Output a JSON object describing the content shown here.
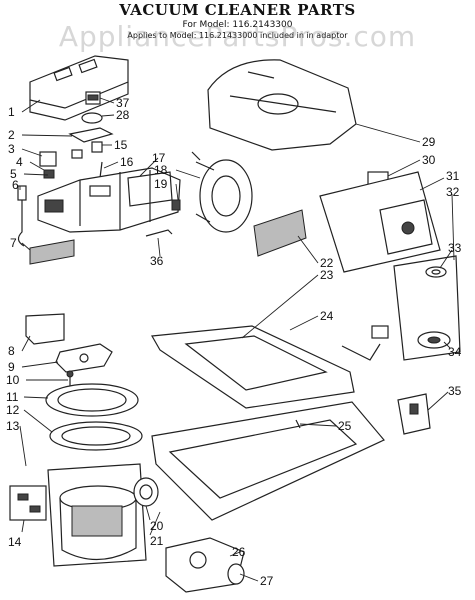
{
  "title": "VACUUM CLEANER PARTS",
  "subtitle_model": "For Model: 116.2143300",
  "subtitle_note": "Applies to Model: 116.21433000 included in in adaptor",
  "watermark": "AppliancePartsPros.com",
  "callouts": [
    "1",
    "2",
    "3",
    "4",
    "5",
    "6",
    "7",
    "8",
    "9",
    "10",
    "11",
    "12",
    "13",
    "14",
    "15",
    "16",
    "17",
    "18",
    "19",
    "20",
    "21",
    "22",
    "23",
    "24",
    "25",
    "26",
    "27",
    "28",
    "29",
    "30",
    "31",
    "32",
    "33",
    "34",
    "35",
    "36",
    "37"
  ]
}
